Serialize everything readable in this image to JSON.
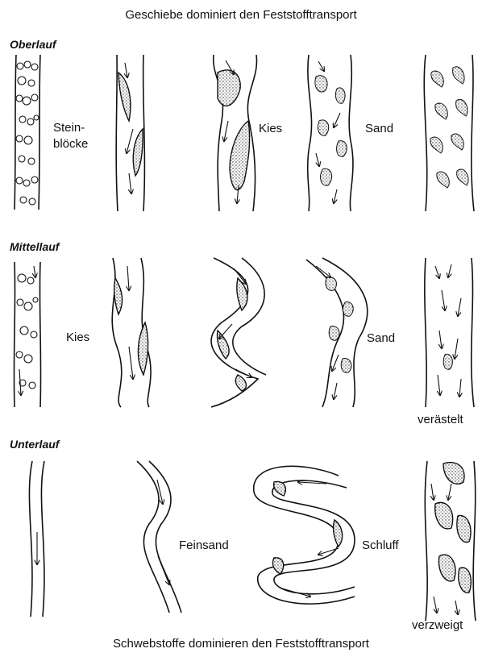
{
  "header": {
    "top_title": "Geschiebe dominiert den Feststofftransport",
    "bottom_title": "Schwebstoffe dominieren den Feststofftransport"
  },
  "sections": {
    "oberlauf": {
      "heading": "Oberlauf",
      "label_boulders_1": "Stein-",
      "label_boulders_2": "blöcke",
      "label_gravel": "Kies",
      "label_sand": "Sand"
    },
    "mittellauf": {
      "heading": "Mittellauf",
      "label_gravel": "Kies",
      "label_sand": "Sand",
      "label_branched": "verästelt"
    },
    "unterlauf": {
      "heading": "Unterlauf",
      "label_finesand": "Feinsand",
      "label_silt": "Schluff",
      "label_braided": "verzweigt"
    }
  }
}
